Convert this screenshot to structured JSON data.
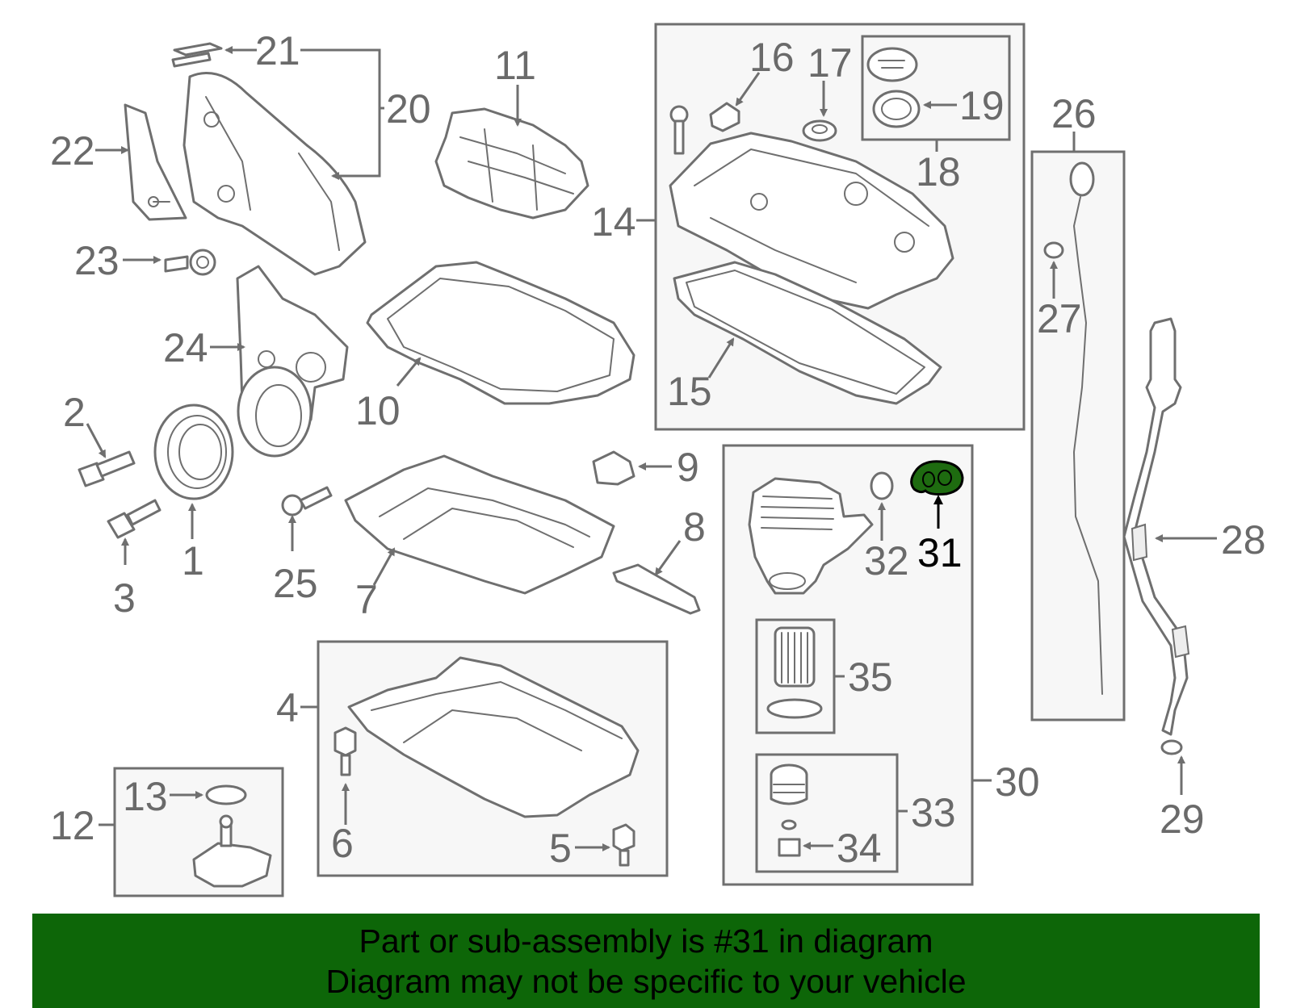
{
  "banner": {
    "line1": "Part or sub-assembly is #31 in diagram",
    "line2": "Diagram may not be specific to your vehicle",
    "background": "#0d6608"
  },
  "highlight": {
    "part_number": "31",
    "color": "#1e6b10"
  },
  "labels": {
    "l1": "1",
    "l2": "2",
    "l3": "3",
    "l4": "4",
    "l5": "5",
    "l6": "6",
    "l7": "7",
    "l8": "8",
    "l9": "9",
    "l10": "10",
    "l11": "11",
    "l12": "12",
    "l13": "13",
    "l14": "14",
    "l15": "15",
    "l16": "16",
    "l17": "17",
    "l18": "18",
    "l19": "19",
    "l20": "20",
    "l21": "21",
    "l22": "22",
    "l23": "23",
    "l24": "24",
    "l25": "25",
    "l26": "26",
    "l27": "27",
    "l28": "28",
    "l29": "29",
    "l30": "30",
    "l31": "31",
    "l32": "32",
    "l33": "33",
    "l34": "34",
    "l35": "35"
  }
}
